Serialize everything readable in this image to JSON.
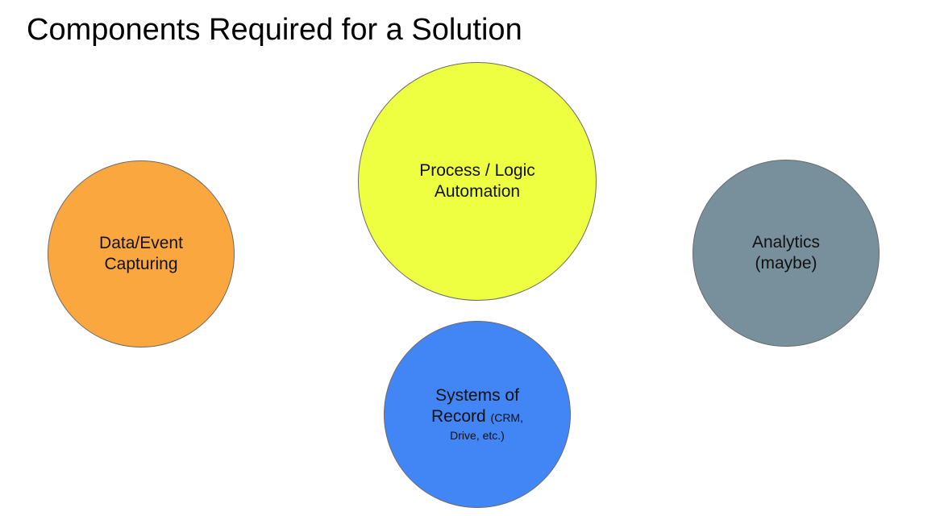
{
  "title": "Components Required for a Solution",
  "nodes": [
    {
      "id": "data-event",
      "line1": "Data/Event",
      "line2": "Capturing",
      "color": "#FBA73F"
    },
    {
      "id": "process",
      "line1": "Process / Logic",
      "line2": "Automation",
      "color": "#EEFF41"
    },
    {
      "id": "analytics",
      "line1": "Analytics",
      "line2": "(maybe)",
      "color": "#78909C"
    },
    {
      "id": "systems",
      "line1": "Systems of",
      "line2": "Record",
      "note1": "(CRM,",
      "note2": "Drive, etc.)",
      "color": "#4285F4"
    }
  ]
}
